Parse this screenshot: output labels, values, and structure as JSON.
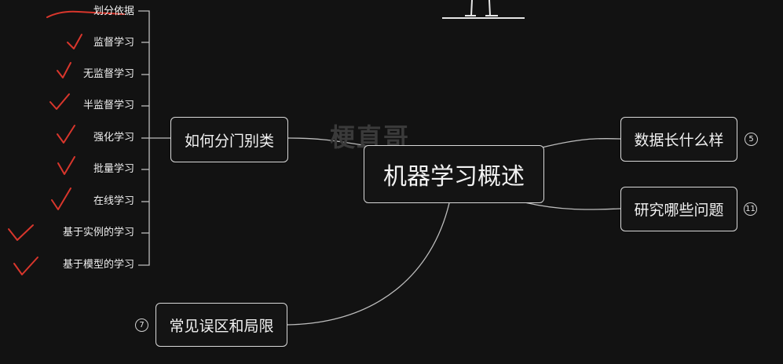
{
  "diagram": {
    "root": "机器学习概述",
    "branches": {
      "classify": {
        "label": "如何分门别类"
      },
      "data": {
        "label": "数据长什么样",
        "badge": "5"
      },
      "problem": {
        "label": "研究哪些问题",
        "badge": "11"
      },
      "pitfall": {
        "label": "常见误区和局限",
        "badge": "7"
      }
    },
    "classify_children": [
      "划分依据",
      "监督学习",
      "无监督学习",
      "半监督学习",
      "强化学习",
      "批量学习",
      "在线学习",
      "基于实例的学习",
      "基于模型的学习"
    ],
    "watermark": "梗直哥",
    "colors": {
      "background": "#121212",
      "node_border": "#d9d9d9",
      "link": "#bdbdbd",
      "annotation": "#d8362c"
    }
  }
}
